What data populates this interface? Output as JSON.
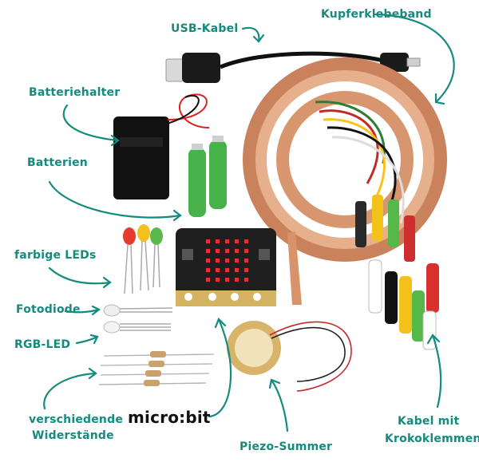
{
  "labels": {
    "usb_kabel": "USB-Kabel",
    "kupferklebeband": "Kupferklebeband",
    "batteriehalter": "Batteriehalter",
    "batterien": "Batterien",
    "farbige_leds": "farbige LEDs",
    "fotodiode": "Fotodiode",
    "rgb_led": "RGB-LED",
    "widerstaende_line1": "verschiedende",
    "widerstaende_line2": "Widerstände",
    "microbit": "micro:bit",
    "piezo": "Piezo-Summer",
    "kabel_line1": "Kabel mit",
    "kabel_line2": "Krokoklemmen"
  },
  "colors": {
    "label_teal": "#138b80",
    "copper": "#c9825c",
    "microbit_pcb": "#1f1f1f",
    "battery_green": "#47b24a",
    "led_red": "#e63b2e",
    "led_yellow": "#f4c01b",
    "led_green": "#5ab94a",
    "piezo_brass": "#d8b46a"
  }
}
